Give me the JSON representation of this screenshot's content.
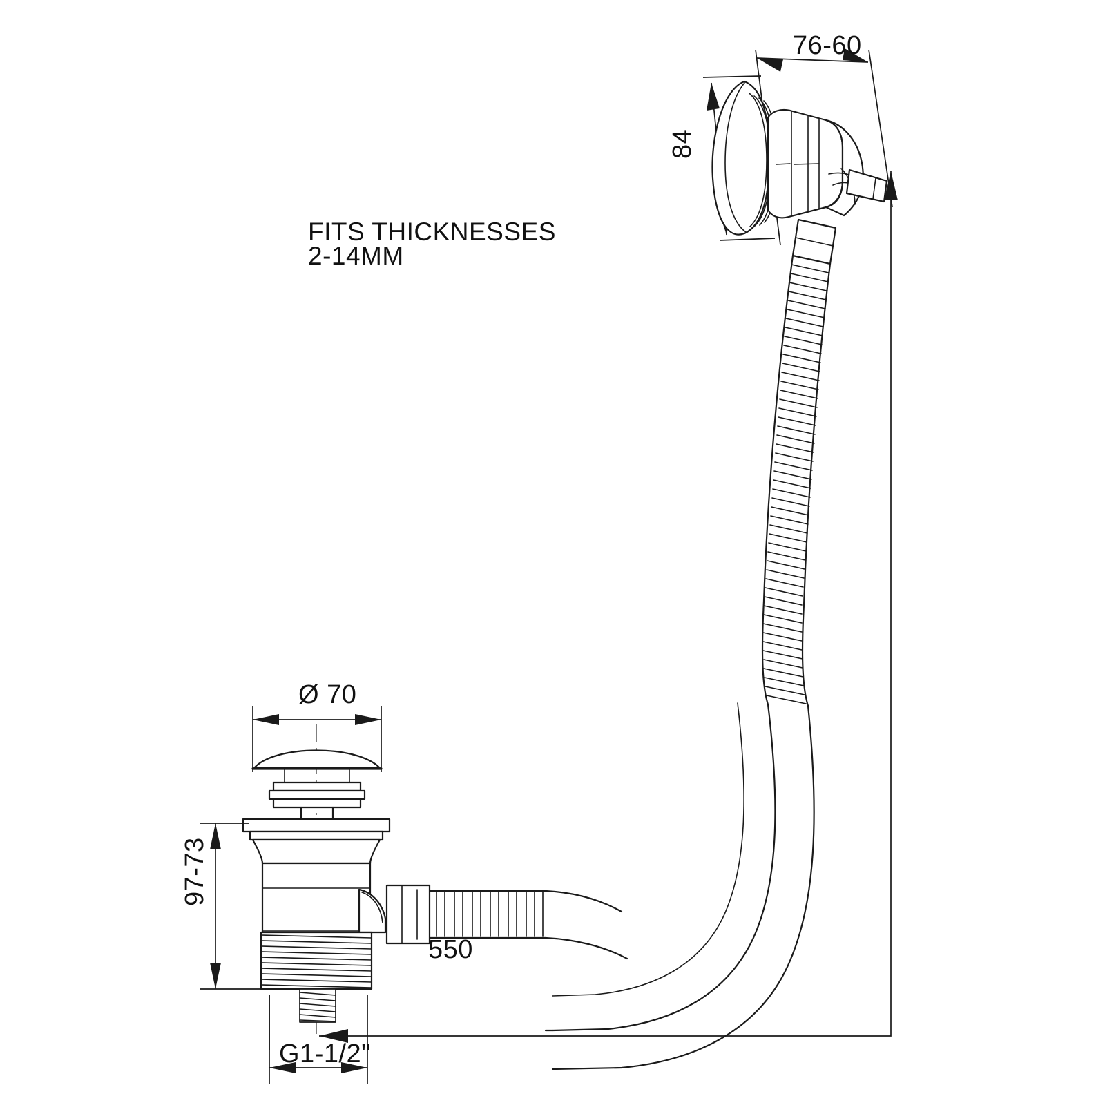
{
  "drawing": {
    "title": "Bath waste and overflow filler assembly technical drawing",
    "background_color": "#ffffff",
    "line_color": "#1a1a1a",
    "notes": {
      "line1": "FITS THICKNESSES",
      "line2": "2-14MM"
    },
    "dimensions": {
      "overflow_depth": "76-60",
      "overflow_face_height": "84",
      "waste_plug_diameter": "Ø 70",
      "waste_body_height": "97-73",
      "hose_length": "550",
      "thread_size": "G1-1/2\""
    }
  },
  "components": {
    "overflow_head": "overflow-head-assembly",
    "flexible_hose_upper": "corrugated-hose-upper",
    "smooth_bend_pipe": "smooth-curved-pipe",
    "flexible_hose_lower": "corrugated-hose-lower",
    "waste_plug": "click-clack-waste-plug",
    "waste_body": "waste-body-threaded"
  }
}
